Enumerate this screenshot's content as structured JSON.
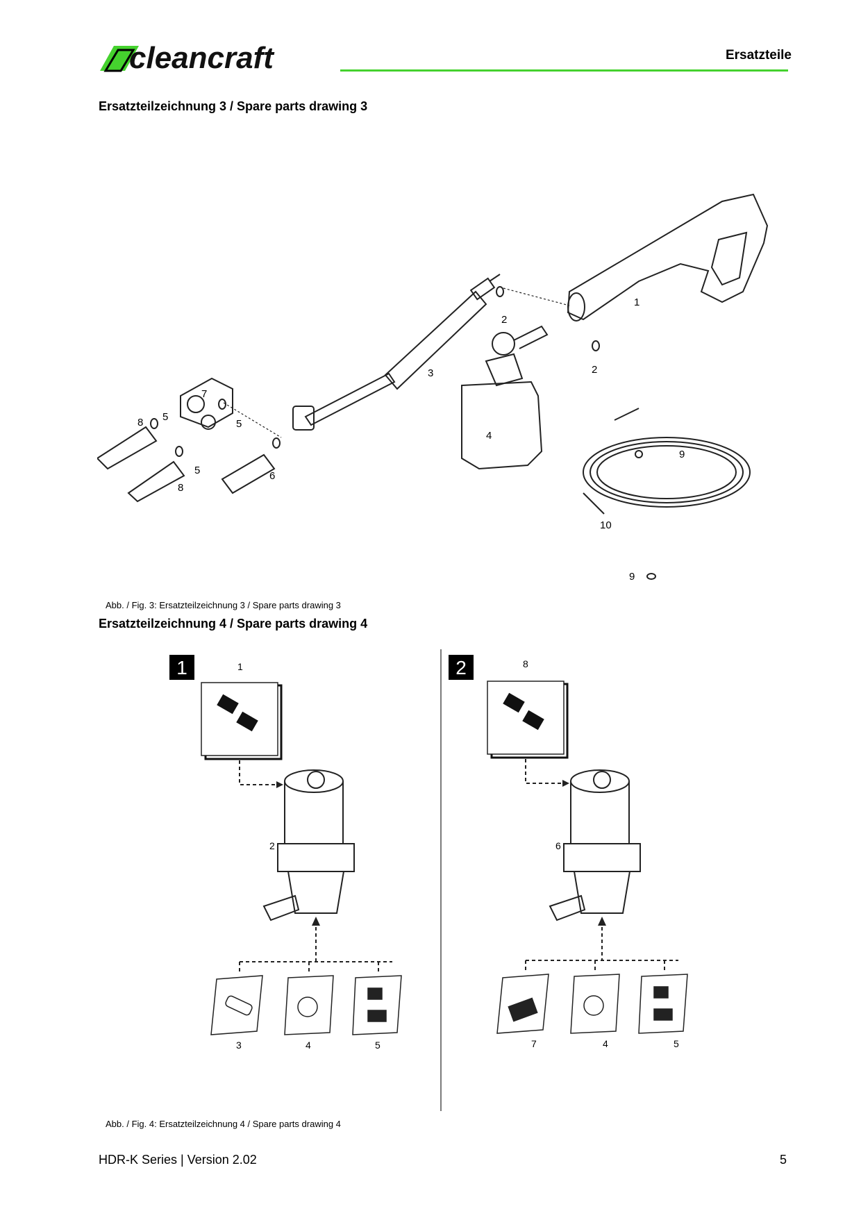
{
  "brand": {
    "name": "cleancraft",
    "color": "#45d22e"
  },
  "header": {
    "title": "Ersatzteile"
  },
  "sections": {
    "drawing3": {
      "title": "Ersatzteilzeichnung 3 / Spare parts drawing 3",
      "caption": "Abb. / Fig. 3: Ersatzteilzeichnung 3 / Spare parts drawing 3",
      "callouts": [
        "1",
        "2",
        "2",
        "3",
        "4",
        "5",
        "5",
        "5",
        "6",
        "7",
        "8",
        "8",
        "9",
        "9",
        "10"
      ]
    },
    "drawing4": {
      "title": "Ersatzteilzeichnung 4 / Spare parts drawing 4",
      "caption": "Abb. / Fig. 4: Ersatzteilzeichnung 4 / Spare parts drawing 4",
      "panel1": {
        "number": "1",
        "top_callout": "1",
        "body_callout": "2",
        "kits": [
          "3",
          "4",
          "5"
        ]
      },
      "panel2": {
        "number": "2",
        "top_callout": "8",
        "body_callout": "6",
        "kits": [
          "7",
          "4",
          "5"
        ]
      }
    }
  },
  "footer": {
    "left": "HDR-K Series | Version 2.02",
    "page_number": "5"
  }
}
